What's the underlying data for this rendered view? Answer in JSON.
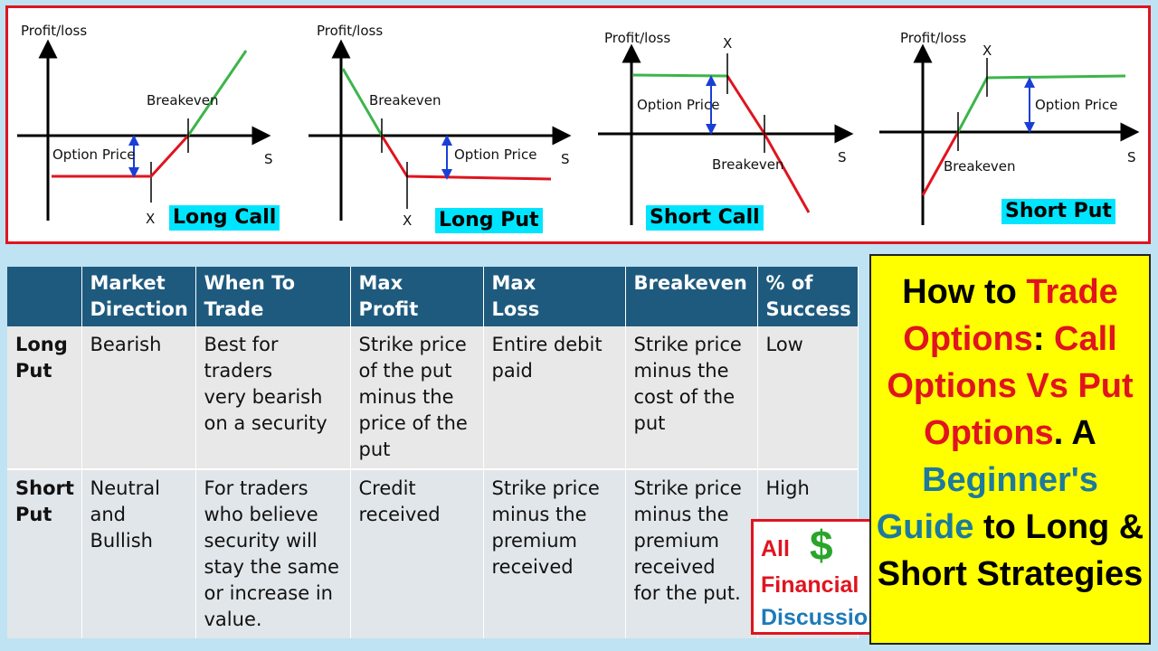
{
  "payoff_diagrams": {
    "labels": {
      "profit_loss": "Profit/loss",
      "breakeven": "Breakeven",
      "option_price": "Option Price",
      "strike": "X",
      "spot": "S"
    },
    "titles": [
      "Long Call",
      "Long Put",
      "Short Call",
      "Short Put"
    ],
    "colors": {
      "loss_line": "#e0141f",
      "profit_line": "#3cb54a",
      "arrow": "#1a3fd6",
      "title_bg": "#00e5ff"
    }
  },
  "table": {
    "headers": [
      "",
      "Market\nDirection",
      "When To\nTrade",
      "Max\nProfit",
      "Max\nLoss",
      "Breakeven",
      "% of\nSuccess"
    ],
    "rows": [
      [
        "Long\nPut",
        "Bearish",
        "Best for\ntraders\nvery bearish\non a security",
        "Strike price\nof the put\nminus the\nprice of the\nput",
        "Entire debit\npaid",
        "Strike price\nminus the\ncost of the\nput",
        "Low"
      ],
      [
        "Short\nPut",
        "Neutral\nand\nBullish",
        "For traders\nwho believe\nsecurity will\nstay the same\nor increase in\nvalue.",
        "Credit\nreceived",
        "Strike price\nminus the\npremium\nreceived",
        "Strike price\nminus the\npremium\nreceived\nfor the put.",
        "High"
      ]
    ],
    "colors": {
      "header_bg": "#1e5a7e"
    }
  },
  "logo": {
    "line1": "All",
    "symbol": "$",
    "line2": "Financial",
    "line3": "Discussion"
  },
  "title": {
    "parts": [
      {
        "text": "How to ",
        "color": "black"
      },
      {
        "text": "Trade Options",
        "color": "red"
      },
      {
        "text": ": ",
        "color": "black"
      },
      {
        "text": "Call Options Vs Put Options",
        "color": "red"
      },
      {
        "text": ". A ",
        "color": "black"
      },
      {
        "text": "Beginner's Guide",
        "color": "blue"
      },
      {
        "text": " to Long & Short Strategies",
        "color": "black"
      }
    ],
    "colors": {
      "background": "#ffff00",
      "red": "#e0141f",
      "blue": "#1d7a9c"
    }
  }
}
